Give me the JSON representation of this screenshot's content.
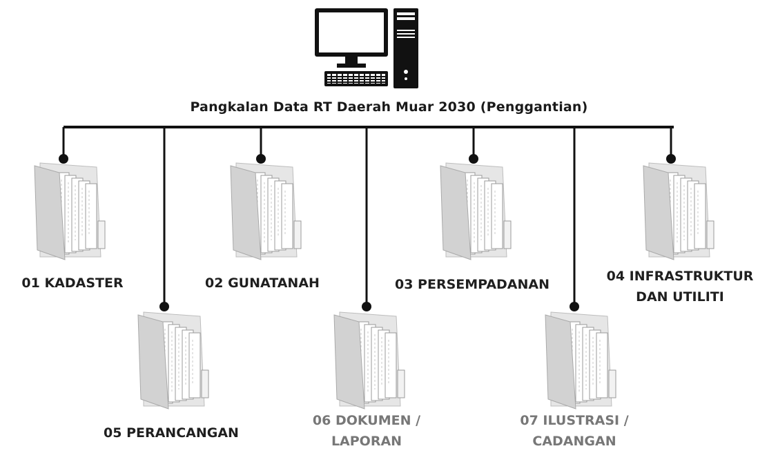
{
  "root": {
    "title": "Pangkalan Data RT Daerah Muar 2030 (Penggantian)",
    "icon": "desktop-computer-icon"
  },
  "folders": [
    {
      "id": "01",
      "lines": [
        "01 KADASTER"
      ],
      "muted": false
    },
    {
      "id": "05",
      "lines": [
        "05 PERANCANGAN"
      ],
      "muted": false
    },
    {
      "id": "02",
      "lines": [
        "02 GUNATANAH"
      ],
      "muted": false
    },
    {
      "id": "06",
      "lines": [
        "06 DOKUMEN /",
        "LAPORAN"
      ],
      "muted": true
    },
    {
      "id": "03",
      "lines": [
        "03 PERSEMPADANAN"
      ],
      "muted": false
    },
    {
      "id": "07",
      "lines": [
        "07 ILUSTRASI /",
        "CADANGAN"
      ],
      "muted": true
    },
    {
      "id": "04",
      "lines": [
        "04 INFRASTRUKTUR",
        "DAN UTILITI"
      ],
      "muted": false
    }
  ],
  "colors": {
    "line": "#111111",
    "folder": "#d8d8d8",
    "text": "#1f1f1f",
    "muted_text": "#777777"
  }
}
